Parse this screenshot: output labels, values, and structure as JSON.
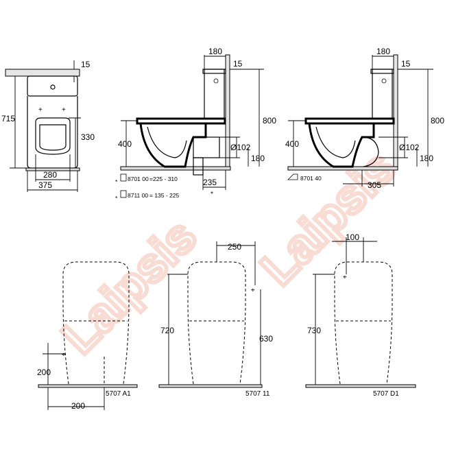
{
  "watermark": {
    "text": "Laipsis",
    "color": "#f3c0b0"
  },
  "front_view": {
    "dims": {
      "height_total": "715",
      "top_small": "15",
      "seat_height": "330",
      "inner_width": "280",
      "outer_width": "375"
    }
  },
  "side_view_1": {
    "dims": {
      "tank_width": "180",
      "gap": "15",
      "height_total": "800",
      "bowl_height": "400",
      "outlet_diameter": "Ø102",
      "outlet_height": "180",
      "outlet_offset": "235"
    },
    "notes": [
      {
        "code": "8701 00",
        "range": "=225 - 310",
        "mark": "*"
      },
      {
        "code": "8711 00",
        "range": "= 135 - 225",
        "mark": "*"
      }
    ],
    "mark": "*"
  },
  "side_view_2": {
    "dims": {
      "tank_width": "180",
      "gap": "15",
      "height_total": "800",
      "bowl_height": "400",
      "outlet_diameter": "Ø102",
      "outlet_height": "180",
      "outlet_offset": "305"
    },
    "note": {
      "code": "8701 40"
    }
  },
  "bottom_view_1": {
    "dims": {
      "connection_height": "200",
      "connection_offset": "200"
    },
    "label": "5707 A1"
  },
  "bottom_view_2": {
    "dims": {
      "top_offset": "250",
      "height_left": "720",
      "height_right": "630"
    },
    "label": "5707 11"
  },
  "bottom_view_3": {
    "dims": {
      "top_offset": "100",
      "height": "730"
    },
    "label": "5707 D1"
  }
}
